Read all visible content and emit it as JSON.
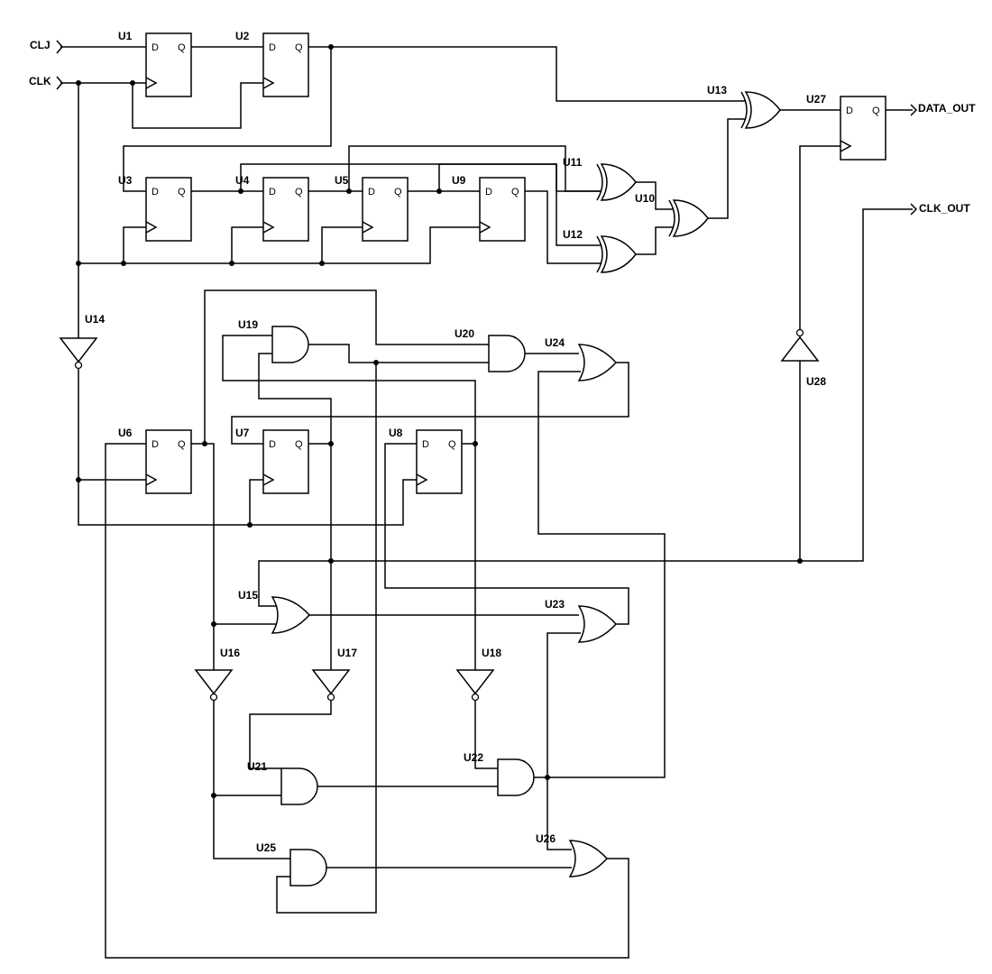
{
  "ports": {
    "clj": "CLJ",
    "clk": "CLK",
    "data_out": "DATA_OUT",
    "clk_out": "CLK_OUT"
  },
  "pins": {
    "d": "D",
    "q": "Q"
  },
  "components": {
    "U1": "U1",
    "U2": "U2",
    "U3": "U3",
    "U4": "U4",
    "U5": "U5",
    "U6": "U6",
    "U7": "U7",
    "U8": "U8",
    "U9": "U9",
    "U10": "U10",
    "U11": "U11",
    "U12": "U12",
    "U13": "U13",
    "U14": "U14",
    "U15": "U15",
    "U16": "U16",
    "U17": "U17",
    "U18": "U18",
    "U19": "U19",
    "U20": "U20",
    "U21": "U21",
    "U22": "U22",
    "U23": "U23",
    "U24": "U24",
    "U25": "U25",
    "U26": "U26",
    "U27": "U27",
    "U28": "U28"
  }
}
